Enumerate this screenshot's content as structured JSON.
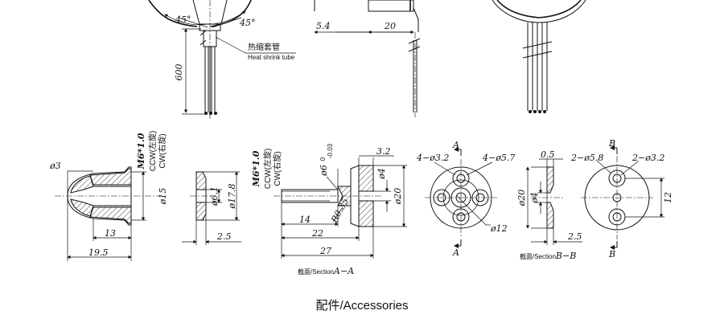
{
  "top": {
    "angle_left": "45°",
    "angle_right": "45°",
    "length_600": "600",
    "heat_shrink_cn": "热缩套管",
    "heat_shrink_en": "Heat shrink tube",
    "dim_5_4": "5.4",
    "dim_20": "20"
  },
  "part1": {
    "thread": "M6*1.0",
    "ccw": "CCW(左旋)",
    "cw": "CW(右旋)",
    "dia3": "ø3",
    "dia15": "ø15",
    "len13": "13",
    "len19_5": "19.5"
  },
  "part2": {
    "dia6_1": "ø6.1",
    "dia17_8": "ø17.8",
    "len2_5": "2.5"
  },
  "part3": {
    "thread": "M6*1.0",
    "ccw": "CCW(左旋)",
    "cw": "CW(右旋)",
    "dia6": "ø6",
    "tol": "-0.03",
    "tol_zero": "0",
    "dim3_2": "3.2",
    "dia4": "ø4",
    "dia20": "ø20",
    "len14": "14",
    "r0_35": "R0.35",
    "len22": "22",
    "len27": "27",
    "section_prefix": "截面/Section",
    "section_name": "A−A"
  },
  "part4": {
    "label_a_top": "A",
    "label_a_bottom": "A",
    "holes_small": "4−ø3.2",
    "holes_large": "4−ø5.7",
    "dia12": "ø12"
  },
  "part5": {
    "dim0_5": "0.5",
    "dia20": "ø20",
    "dia4": "ø4",
    "len2_5": "2.5",
    "section_prefix": "截面/Section",
    "section_name": "B−B"
  },
  "part6": {
    "label_b_top": "B",
    "label_b_bottom": "B",
    "holes_large": "2−ø5.8",
    "holes_small": "2−ø3.2",
    "dim12": "12"
  },
  "footer": {
    "caption": "配件/Accessories"
  }
}
